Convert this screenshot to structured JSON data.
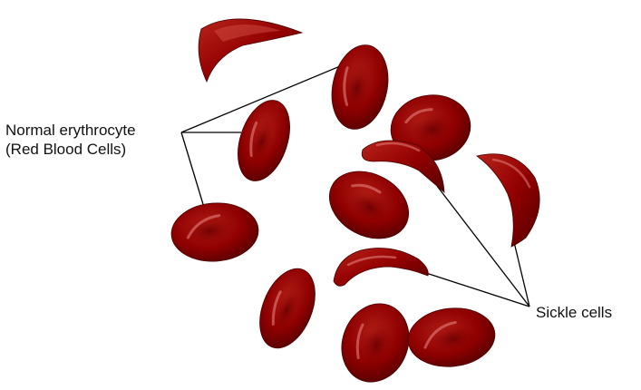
{
  "labels": {
    "normal_line1": "Normal erythrocyte",
    "normal_line2": "(Red Blood Cells)",
    "sickle": "Sickle cells"
  },
  "cell_types": {
    "normal": "normal-erythrocyte",
    "sickle": "sickle-cell"
  },
  "colors": {
    "background": "#ffffff",
    "cell_dark": "#5a0000",
    "cell_mid": "#960000",
    "cell_light": "#c42a22",
    "highlight": "#e88a86",
    "line": "#000000",
    "text": "#111111"
  }
}
